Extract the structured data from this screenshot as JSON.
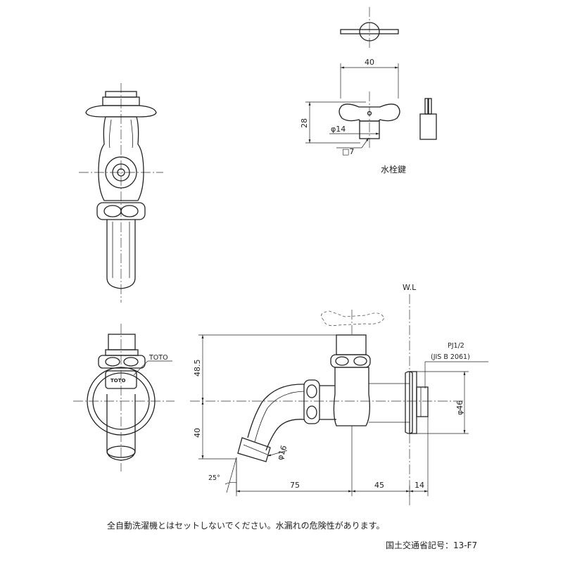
{
  "handle_dims": {
    "width_40": "40",
    "height_28": "28",
    "dia_14": "φ14",
    "square_7": "□7"
  },
  "key_label": "水栓鍵",
  "brand_label": "TOTO",
  "brand_mark": "TOTO",
  "wl_label": "W.L",
  "thread_label_1": "PJ1/2",
  "thread_label_2": "(JIS B 2061)",
  "side_dims": {
    "height_48_5": "48.5",
    "height_40": "40",
    "flange_dia": "φ46",
    "spout_dia": "φ16",
    "angle": "25°",
    "len_75": "75",
    "len_45": "45",
    "len_14": "14"
  },
  "caution_text": "全自動洗濯機とはセットしないでください。水漏れの危険性があります。",
  "mlit_code": "国土交通省記号：13-F7"
}
